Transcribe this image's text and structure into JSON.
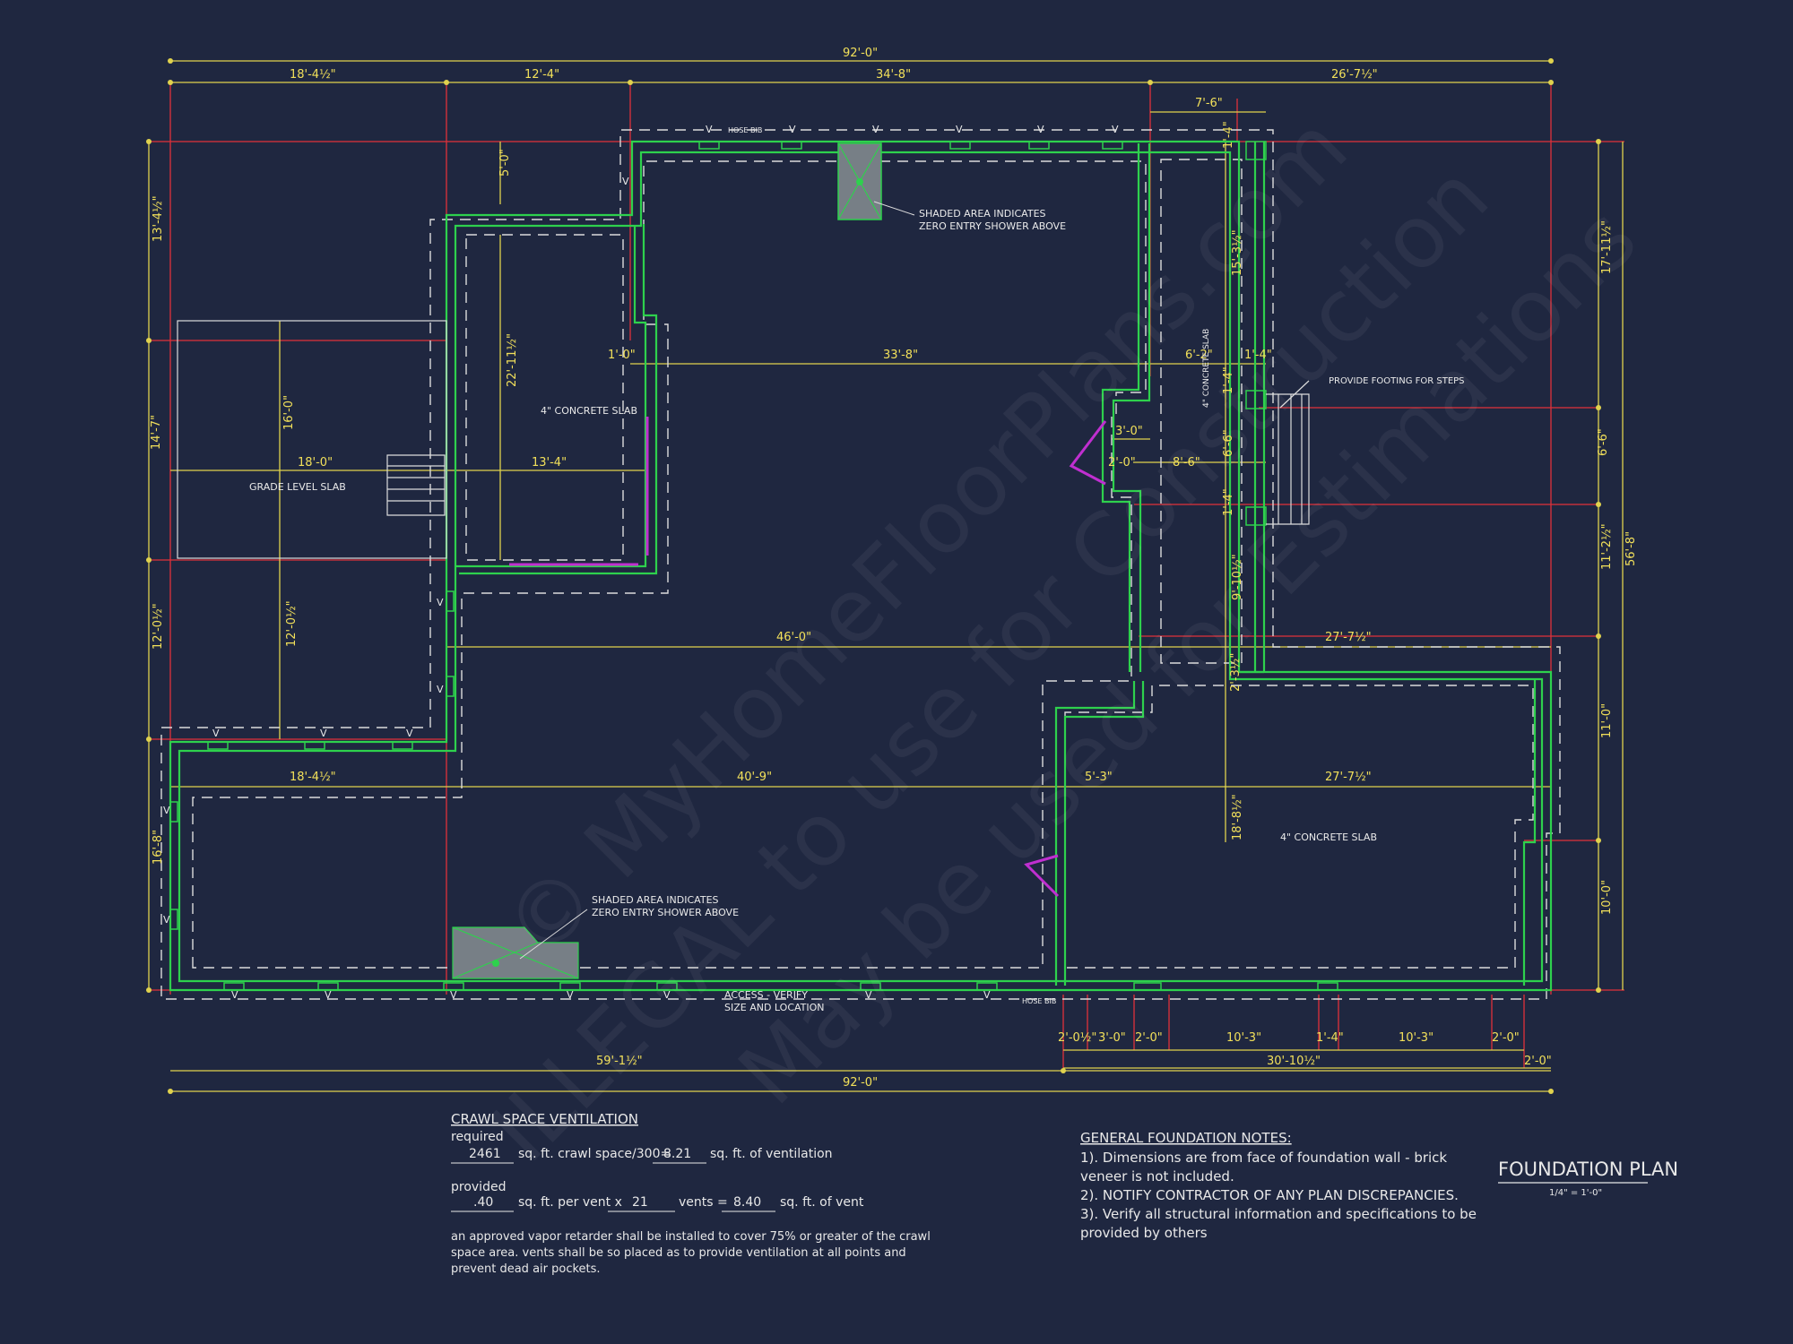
{
  "dims": {
    "top_overall": "92'-0\"",
    "top_seg1": "18'-4½\"",
    "top_seg2": "12'-4\"",
    "top_seg3": "34'-8\"",
    "top_seg4": "26'-7½\"",
    "bump": "7'-6\"",
    "left1": "13'-4½\"",
    "left2": "14'-7\"",
    "left3": "12'-0½\"",
    "left4": "16'-8\"",
    "right1": "17'-11½\"",
    "right2": "6'-6\"",
    "right3": "11'-2½\"",
    "right4": "11'-0\"",
    "right5": "10'-0\"",
    "right_overall": "56'-8\"",
    "int_5_0": "5'-0\"",
    "int_22": "22'-11½\"",
    "int_1_0": "1'-0\"",
    "int_33_8": "33'-8\"",
    "int_6_2": "6'-2\"",
    "int_1_4a": "1'-4\"",
    "int_1_4b": "1'-4\"",
    "int_1_4c": "1'-4\"",
    "int_1_4d": "1'-4\"",
    "int_15_3": "15'-3½\"",
    "int_3_0": "3'-0\"",
    "int_2_0": "2'-0\"",
    "int_8_6": "8'-6\"",
    "int_6_6": "6'-6\"",
    "int_9_10": "9'-10½\"",
    "int_2_3": "2'-3½\"",
    "int_16_0": "16'-0\"",
    "int_18_0": "18'-0\"",
    "int_13_4": "13'-4\"",
    "int_12_0": "12'-0½\"",
    "int_46_0": "46'-0\"",
    "int_27_7a": "27'-7½\"",
    "int_18_4b": "18'-4½\"",
    "int_40_9": "40'-9\"",
    "int_5_3": "5'-3\"",
    "int_27_7b": "27'-7½\"",
    "int_18_8": "18'-8½\"",
    "bot_a": "2'-0½\"",
    "bot_b": "3'-0\"",
    "bot_c": "2'-0\"",
    "bot_d": "10'-3\"",
    "bot_e": "1'-4\"",
    "bot_f": "10'-3\"",
    "bot_g": "2'-0\"",
    "bot_59": "59'-1½\"",
    "bot_30": "30'-10½\"",
    "bot_2_0": "2'-0\"",
    "bottom_overall": "92'-0\""
  },
  "labels": {
    "hose_bib": "HOSE BIB",
    "shower_top_1": "SHADED AREA INDICATES",
    "shower_top_2": "ZERO ENTRY SHOWER ABOVE",
    "shower_bot_1": "SHADED AREA INDICATES",
    "shower_bot_2": "ZERO ENTRY SHOWER ABOVE",
    "slab_left": "4\" CONCRETE SLAB",
    "slab_right_vertical": "4\" CONCRETE SLAB",
    "slab_bottom": "4\" CONCRETE SLAB",
    "grade_slab": "GRADE LEVEL SLAB",
    "footing": "PROVIDE FOOTING FOR STEPS",
    "access_1": "ACCESS - VERIFY",
    "access_2": "SIZE AND LOCATION",
    "vent": "V"
  },
  "ventilation": {
    "title": "CRAWL SPACE VENTILATION",
    "required_label": "required",
    "area": "2461",
    "area_text": "sq. ft. crawl space/300=",
    "vent_required": "8.21",
    "vent_required_text": "sq. ft. of ventilation",
    "provided_label": "provided",
    "per_vent": ".40",
    "per_vent_text": "sq. ft. per vent x",
    "vent_count": "21",
    "vent_count_text": "vents =",
    "vent_provided": "8.40",
    "vent_provided_text": "sq. ft. of vent",
    "note_1": "an approved vapor retarder shall be installed to cover 75% or greater of the crawl",
    "note_2": "space area. vents shall be so placed as to provide ventilation at all points and",
    "note_3": "prevent dead air pockets."
  },
  "general_notes": {
    "title": "GENERAL FOUNDATION NOTES:",
    "n1a": "1). Dimensions are from face of foundation wall - brick",
    "n1b": "veneer is not included.",
    "n2": "2). NOTIFY CONTRACTOR OF ANY PLAN DISCREPANCIES.",
    "n3a": "3). Verify all structural information and specifications to be",
    "n3b": "provided by others"
  },
  "title_block": {
    "title": "FOUNDATION  PLAN",
    "scale": "1/4\" = 1'-0\""
  },
  "watermark": {
    "line1": "© MyHomeFloorPlans.com",
    "line2": "ILLEGAL to use for Construction",
    "line3": "May be used for Estimations"
  },
  "colors": {
    "background": "#1f2740",
    "dimension": "#e0d24e",
    "gridline": "#e0313a",
    "foundation_wall": "#2ed14d",
    "footing": "#dcdcdc",
    "door": "#c02fd0"
  }
}
